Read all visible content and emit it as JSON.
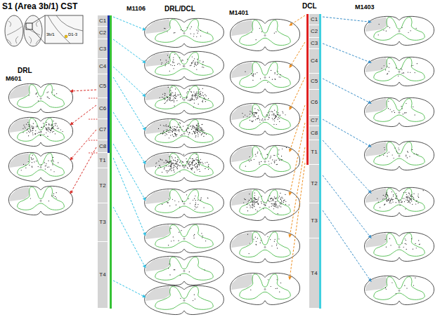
{
  "diagram": {
    "title": "S1 (Area 3b/1) CST",
    "nodes": [
      {
        "text": [
          "C1"
        ]
      },
      {
        "text": [
          "C2"
        ]
      },
      {
        "text": [
          "C3"
        ]
      },
      {
        "text": [
          "C4"
        ]
      },
      {
        "text": [
          "C5"
        ]
      },
      {
        "text": [
          "C6"
        ]
      },
      {
        "text": [
          "C7"
        ]
      },
      {
        "text": [
          "C8"
        ]
      },
      {
        "text": [
          "T1"
        ]
      },
      {
        "text": [
          "T2"
        ]
      },
      {
        "text": [
          "T3"
        ]
      },
      {
        "text": [
          "T4"
        ]
      },
      {
        "text": [
          "C1"
        ]
      },
      {
        "text": [
          "C2"
        ]
      },
      {
        "text": [
          "C3"
        ]
      },
      {
        "text": [
          "C4"
        ]
      },
      {
        "text": [
          "C5"
        ]
      },
      {
        "text": [
          "C6"
        ]
      },
      {
        "text": [
          "C7"
        ]
      },
      {
        "text": [
          "C8"
        ]
      },
      {
        "text": [
          "T1"
        ]
      },
      {
        "text": [
          "T2"
        ]
      },
      {
        "text": [
          "T3"
        ]
      },
      {
        "text": [
          "T4"
        ]
      }
    ],
    "labels": [
      "3b/1",
      "D1-3",
      "DRL",
      "M601",
      "M1106",
      "DRL/DCL",
      "M1401",
      "DCL",
      "M1403"
    ]
  }
}
